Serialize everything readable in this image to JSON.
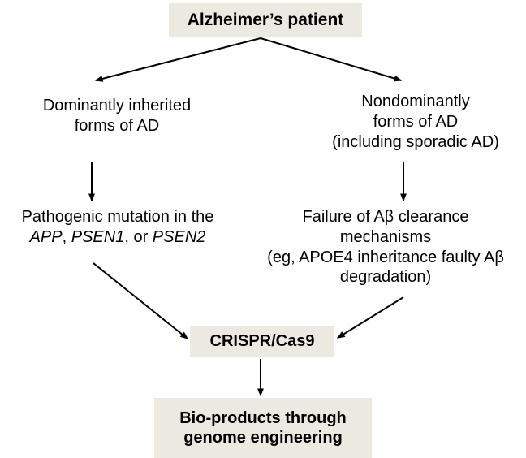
{
  "diagram": {
    "title_box": "Alzheimer’s patient",
    "branch_left": "Dominantly inherited\nforms of AD",
    "branch_right": "Nondominantly\nforms of AD\n(including sporadic AD)",
    "detail_left_prefix": "Pathogenic mutation in the",
    "detail_left_gene1": "APP",
    "detail_left_sep1": ", ",
    "detail_left_gene2": "PSEN1",
    "detail_left_sep2": ", or ",
    "detail_left_gene3": "PSEN2",
    "detail_right": "Failure of Aβ clearance\nmechanisms\n(eg, APOE4 inheritance faulty Aβ\ndegradation)",
    "tool_box": "CRISPR/Cas9",
    "output_box_line1": "Bio-products through",
    "output_box_line2": "genome engineering"
  },
  "style": {
    "box_fill": "#ECE9E1",
    "stroke": "#000000",
    "background": "#FFFFFF"
  }
}
